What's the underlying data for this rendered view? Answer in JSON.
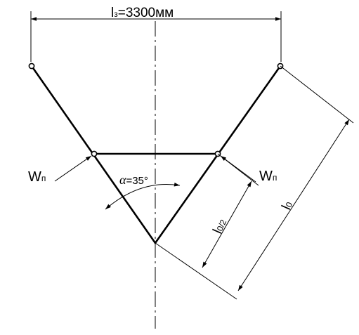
{
  "labels": {
    "span_main": "l",
    "span_sub": "з",
    "span_rest": "=3300мм",
    "force_left_main": "W",
    "force_left_sub": "п",
    "force_right_main": "W",
    "force_right_sub": "п",
    "angle_symbol": "α",
    "angle_value": "=35°",
    "length_full_main": "l",
    "length_full_sub": "0",
    "length_half_main": "l",
    "length_half_sub": "0/2"
  }
}
